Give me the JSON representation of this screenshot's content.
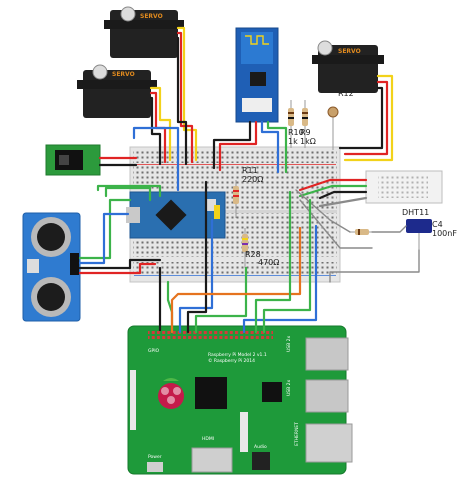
{
  "servos": {
    "label": "SERVO"
  },
  "components": {
    "r10": "R10",
    "r9_value": "R9",
    "r10_value_a": "1k",
    "r10_value_b": "1kΩ",
    "r12": "R12",
    "r11": "R11",
    "r11_value": "220Ω",
    "r28": "R28",
    "r28_value": "470Ω",
    "dht": "DHT11",
    "c4": "C4",
    "c4_value": "100nF"
  },
  "pi": {
    "title_line1": "Raspberry Pi Model 2 v1.1",
    "title_line2": "© Raspberry Pi 2014",
    "gpio": "GPIO",
    "hdmi": "HDMI",
    "power": "Power",
    "audio": "Audio",
    "usb1": "USB 2x",
    "usb2": "USB 2x",
    "eth": "ETHERNET"
  },
  "colors": {
    "wire_red": "#e02424",
    "wire_black": "#1a1a1a",
    "wire_yellow": "#f2d21a",
    "wire_blue": "#2f6fd6",
    "wire_green": "#3cb34a",
    "wire_orange": "#e5731f",
    "wire_gray": "#8a8a8a",
    "pi_green": "#1e9a3a",
    "arduino_blue": "#2a6fb0",
    "ultrasonic_blue": "#2f7bd0"
  }
}
